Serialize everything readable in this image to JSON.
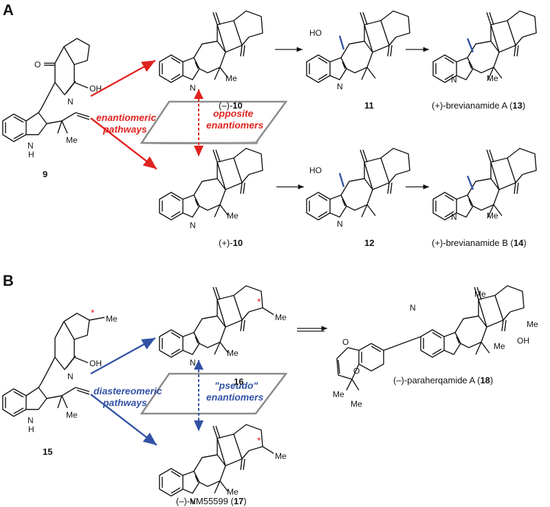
{
  "panels": {
    "a": "A",
    "b": "B"
  },
  "compounds": {
    "c9": "9",
    "c10m_prefix": "(–)-",
    "c10m_num": "10",
    "c11": "11",
    "c13_prefix": "(+)-brevianamide A (",
    "c13_num": "13",
    "c13_suffix": ")",
    "c10p_prefix": "(+)-",
    "c10p_num": "10",
    "c12": "12",
    "c14_prefix": "(+)-brevianamide B (",
    "c14_num": "14",
    "c14_suffix": ")",
    "c15": "15",
    "c16": "16",
    "c18_prefix": "(–)-paraherqamide A (",
    "c18_num": "18",
    "c18_suffix": ")",
    "c17_prefix": "(–)-VM55599 (",
    "c17_num": "17",
    "c17_suffix": ")"
  },
  "annotations": {
    "a_left_line1": "enantiomeric",
    "a_left_line2": "pathways",
    "a_right_line1": "opposite",
    "a_right_line2": "enantiomers",
    "b_left_line1": "diastereomeric",
    "b_left_line2": "pathways",
    "b_right_line1": "\"pseudo\"",
    "b_right_line2": "enantiomers"
  },
  "atoms": {
    "O": "O",
    "OH": "OH",
    "HO": "HO",
    "N": "N",
    "NH": "N",
    "H": "H",
    "Me": "Me",
    "star": "*"
  },
  "colors": {
    "red": "#e0231f",
    "blue": "#3352a6",
    "box_fill": "#ffffff",
    "box_stroke": "#8a8a8a"
  }
}
